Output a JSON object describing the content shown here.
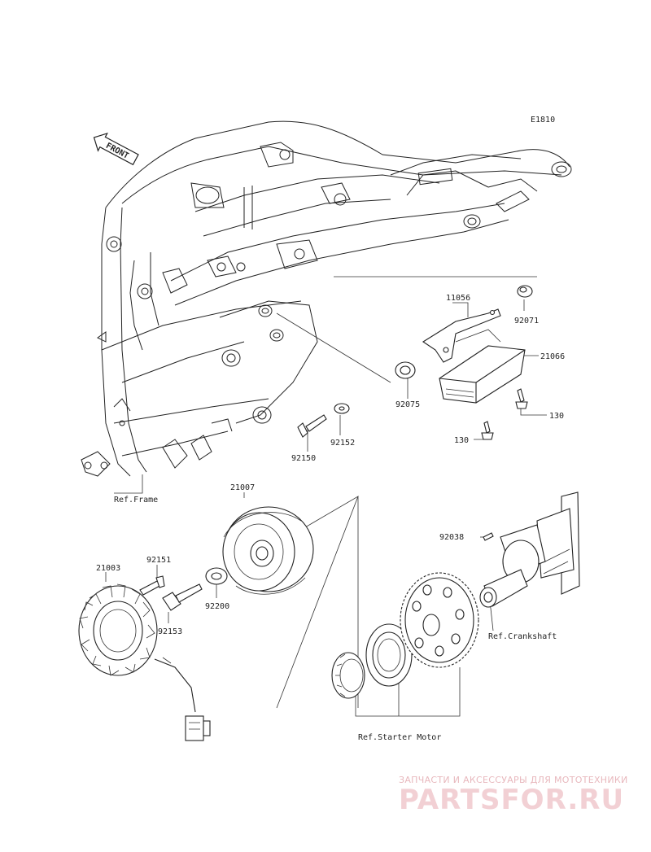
{
  "diagram_code": "E1810",
  "front_label": "FRONT",
  "parts": {
    "p11056": "11056",
    "p92071": "92071",
    "p21066": "21066",
    "p92075": "92075",
    "p130a": "130",
    "p130b": "130",
    "p92152": "92152",
    "p92150": "92150",
    "p21007": "21007",
    "p92038": "92038",
    "p21003": "21003",
    "p92151": "92151",
    "p92200": "92200",
    "p92153": "92153"
  },
  "refs": {
    "frame": "Ref.Frame",
    "crankshaft": "Ref.Crankshaft",
    "starter_motor": "Ref.Starter Motor"
  },
  "watermark": {
    "tagline": "ЗАПЧАСТИ И АКСЕССУАРЫ ДЛЯ МОТОТЕХНИКИ",
    "logo": "PARTSFOR.RU"
  }
}
